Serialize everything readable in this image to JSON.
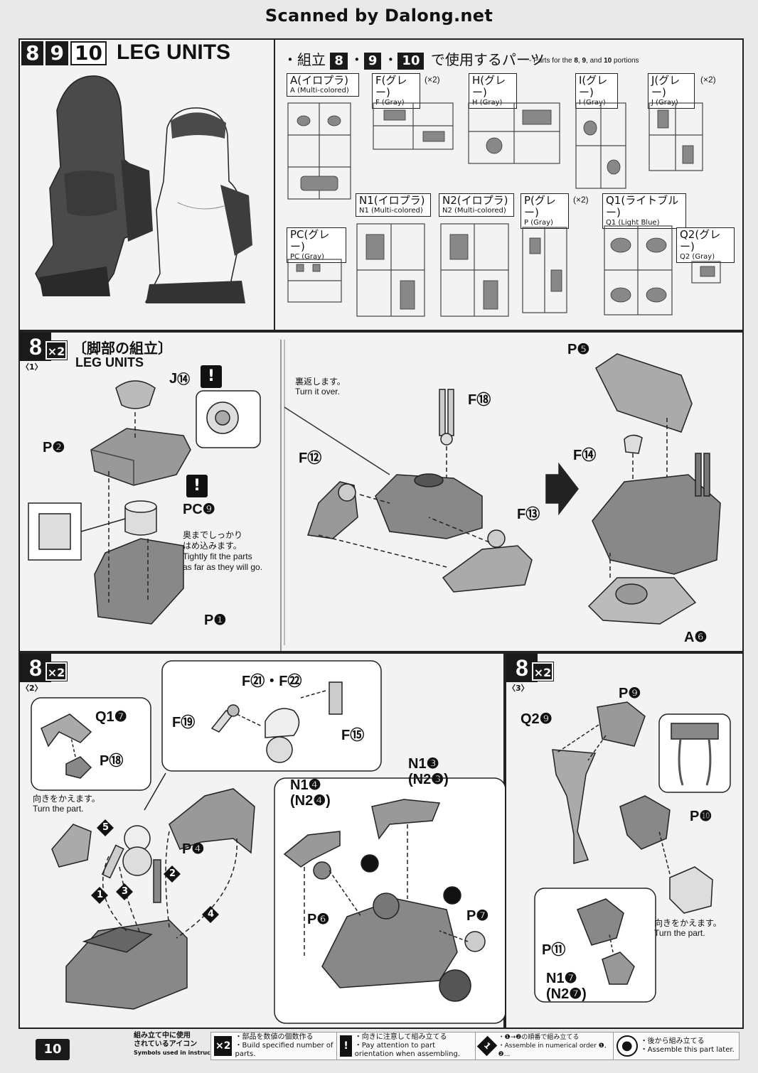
{
  "banner": "Scanned by Dalong.net",
  "header": {
    "steps": [
      "8",
      "9",
      "10"
    ],
    "title": "LEG UNITS"
  },
  "parts_list": {
    "title_jp": "・組立",
    "steps_sep": "・",
    "title_suffix_jp": "で使用するパーツ",
    "title_en_pre": "- Parts for the",
    "title_en_mid": ",",
    "title_en_and": ", and",
    "title_en_post": "portions",
    "sprues": [
      {
        "id": "A",
        "jp": "A(イロプラ)",
        "en": "A (Multi-colored)",
        "qty": ""
      },
      {
        "id": "F",
        "jp": "F(グレー)",
        "en": "F (Gray)",
        "qty": "(×2)"
      },
      {
        "id": "H",
        "jp": "H(グレー)",
        "en": "H (Gray)",
        "qty": ""
      },
      {
        "id": "I",
        "jp": "I(グレー)",
        "en": "I (Gray)",
        "qty": ""
      },
      {
        "id": "J",
        "jp": "J(グレー)",
        "en": "J (Gray)",
        "qty": "(×2)"
      },
      {
        "id": "N1",
        "jp": "N1(イロプラ)",
        "en": "N1 (Multi-colored)",
        "qty": ""
      },
      {
        "id": "N2",
        "jp": "N2(イロプラ)",
        "en": "N2 (Multi-colored)",
        "qty": ""
      },
      {
        "id": "P",
        "jp": "P(グレー)",
        "en": "P (Gray)",
        "qty": "(×2)"
      },
      {
        "id": "Q1",
        "jp": "Q1(ライトブルー)",
        "en": "Q1 (Light Blue)",
        "qty": ""
      },
      {
        "id": "PC",
        "jp": "PC(グレー)",
        "en": "PC (Gray)",
        "qty": ""
      },
      {
        "id": "Q2",
        "jp": "Q2(グレー)",
        "en": "Q2 (Gray)",
        "qty": ""
      }
    ]
  },
  "step8_1": {
    "num": "8",
    "mult": "×2",
    "sub": "〈1〉",
    "title_jp": "〔脚部の組立〕",
    "title_en": "LEG UNITS",
    "labels": {
      "j14": "J",
      "j14_n": "⑭",
      "p2": "P",
      "p2_n": "❷",
      "pc9": "PC",
      "pc9_n": "❾",
      "p1": "P",
      "p1_n": "❶",
      "f12": "F",
      "f12_n": "⑫",
      "f18": "F",
      "f18_n": "⑱",
      "f13": "F",
      "f13_n": "⑬",
      "p5": "P",
      "p5_n": "❺",
      "f14": "F",
      "f14_n": "⑭",
      "a6": "A",
      "a6_n": "❻"
    },
    "warn1": "!",
    "warn2": "!",
    "note_fit_jp1": "奥までしっかり",
    "note_fit_jp2": "はめ込みます。",
    "note_fit_en1": "Tightly fit the parts",
    "note_fit_en2": "as far as they will go.",
    "note_turn_jp": "裏返します。",
    "note_turn_en": "Turn it over."
  },
  "step8_2": {
    "num": "8",
    "mult": "×2",
    "sub": "〈2〉",
    "labels": {
      "q1_7": "Q1",
      "q1_7_n": "❼",
      "p18": "P",
      "p18_n": "⑱",
      "f21_22": "F㉑・F㉒",
      "f19": "F",
      "f19_n": "⑲",
      "f15": "F",
      "f15_n": "⑮",
      "p4": "P",
      "p4_n": "❹",
      "n1_4": "N1",
      "n1_4_n": "❹",
      "n2_4": "(N2",
      "n2_4_n": "❹)",
      "n1_3": "N1",
      "n1_3_n": "❸",
      "n2_3": "(N2",
      "n2_3_n": "❸)",
      "p6": "P",
      "p6_n": "❻",
      "p7": "P",
      "p7_n": "❼"
    },
    "order": [
      "1",
      "2",
      "3",
      "4",
      "5"
    ],
    "note_turn_jp": "向きをかえます。",
    "note_turn_en": "Turn the part."
  },
  "step8_3": {
    "num": "8",
    "mult": "×2",
    "sub": "〈3〉",
    "labels": {
      "q2_9": "Q2",
      "q2_9_n": "❾",
      "p9": "P",
      "p9_n": "❾",
      "p10": "P",
      "p10_n": "❿",
      "p11": "P",
      "p11_n": "⑪",
      "n1_7": "N1",
      "n1_7_n": "❼",
      "n2_7": "(N2",
      "n2_7_n": "❼)"
    },
    "note_turn_jp": "向きをかえます。",
    "note_turn_en": "Turn the part."
  },
  "footer": {
    "page": "10",
    "legend_title_jp1": "組み立て中に使用",
    "legend_title_jp2": "されているアイコン",
    "legend_title_en": "Symbols used in instructions",
    "items": [
      {
        "icon": "×2",
        "jp": "・部品を数値の個数作る",
        "en": "・Build specified number of parts."
      },
      {
        "icon": "!",
        "jp": "・向きに注意して組み立てる",
        "en": "・Pay attention to part orientation when assembling."
      },
      {
        "icon": "1",
        "jp": "・❶→❷の順番で組み立てる",
        "en": "・Assemble in numerical order ❶, ❷..."
      },
      {
        "icon": "●",
        "jp": "・後から組み立てる",
        "en": "・Assemble this part later."
      }
    ]
  },
  "colors": {
    "frame": "#222222",
    "paper": "#f3f3f3",
    "background": "#e9e9e9",
    "ink": "#111111"
  }
}
